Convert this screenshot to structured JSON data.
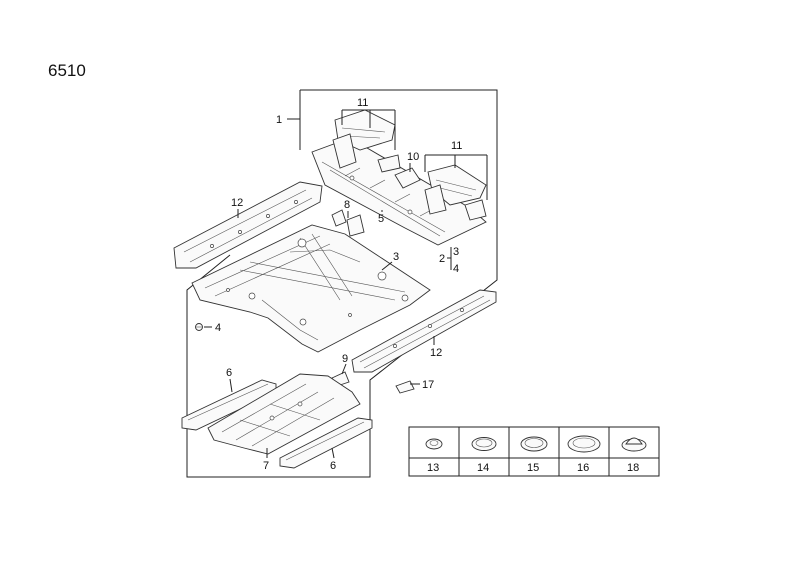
{
  "diagram_number": "6510",
  "callouts": {
    "c1": "1",
    "c11a": "11",
    "c11b": "11",
    "c10": "10",
    "c8": "8",
    "c5": "5",
    "c12a": "12",
    "c12b": "12",
    "c3a": "3",
    "c2": "2",
    "c3b": "3",
    "c4a": "4",
    "c4b": "4",
    "c9": "9",
    "c17": "17",
    "c6a": "6",
    "c6b": "6",
    "c7": "7"
  },
  "grommet_table": {
    "items": [
      "13",
      "14",
      "15",
      "16",
      "18"
    ]
  }
}
